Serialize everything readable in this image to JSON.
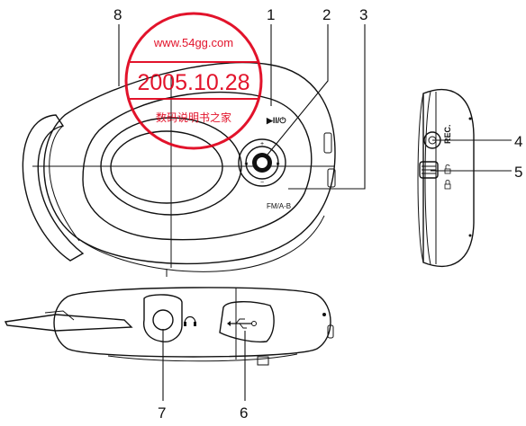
{
  "callouts": [
    {
      "id": "1",
      "text": "1"
    },
    {
      "id": "2",
      "text": "2"
    },
    {
      "id": "3",
      "text": "3"
    },
    {
      "id": "4",
      "text": "4"
    },
    {
      "id": "5",
      "text": "5"
    },
    {
      "id": "6",
      "text": "6"
    },
    {
      "id": "7",
      "text": "7"
    },
    {
      "id": "8",
      "text": "8"
    }
  ],
  "labels": {
    "play_power": "▶II/⏻",
    "fm_ab": "FM/A-B",
    "rec": "REC."
  },
  "stamp": {
    "url": "www.54gg.com",
    "date": "2005.10.28",
    "name": "数码说明书之家",
    "color": "#e0001a"
  },
  "icons": [
    "headphone-icon",
    "usb-icon",
    "lock-icon",
    "unlock-icon"
  ]
}
